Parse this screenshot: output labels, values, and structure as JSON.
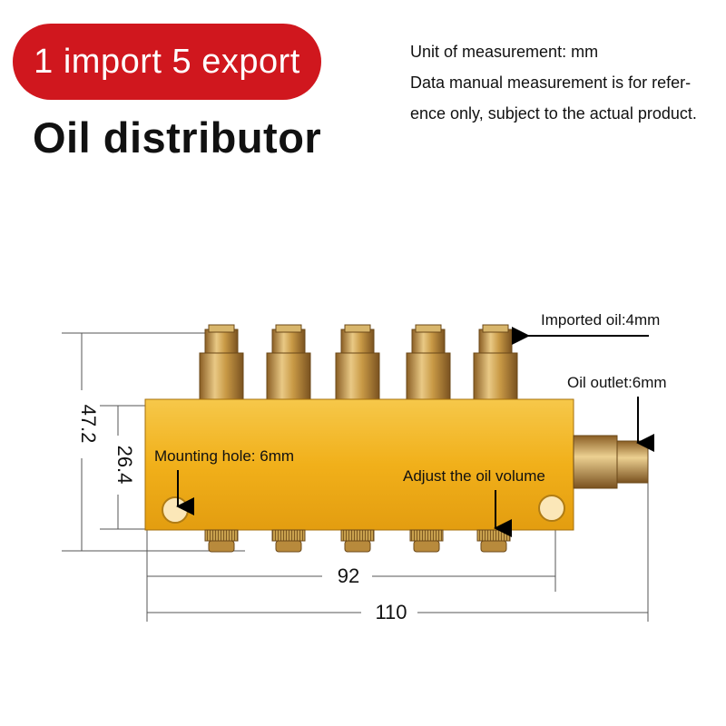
{
  "badge": {
    "text": "1 import 5 export"
  },
  "title": "Oil distributor",
  "notes": {
    "unit": "Unit of measurement: mm",
    "line2": "Data manual measurement is for refer-",
    "line3": "ence only, subject to the actual product."
  },
  "callouts": {
    "imported_oil": "Imported oil:4mm",
    "oil_outlet": "Oil outlet:6mm",
    "mounting_hole": "Mounting hole: 6mm",
    "adjust": "Adjust the oil volume"
  },
  "dimensions": {
    "height_total": "47.2",
    "height_body": "26.4",
    "hole_spacing": "92",
    "length_total": "110"
  },
  "colors": {
    "badge": "#d0171e",
    "body": "#f2b41c",
    "brass": "#c99a46"
  }
}
